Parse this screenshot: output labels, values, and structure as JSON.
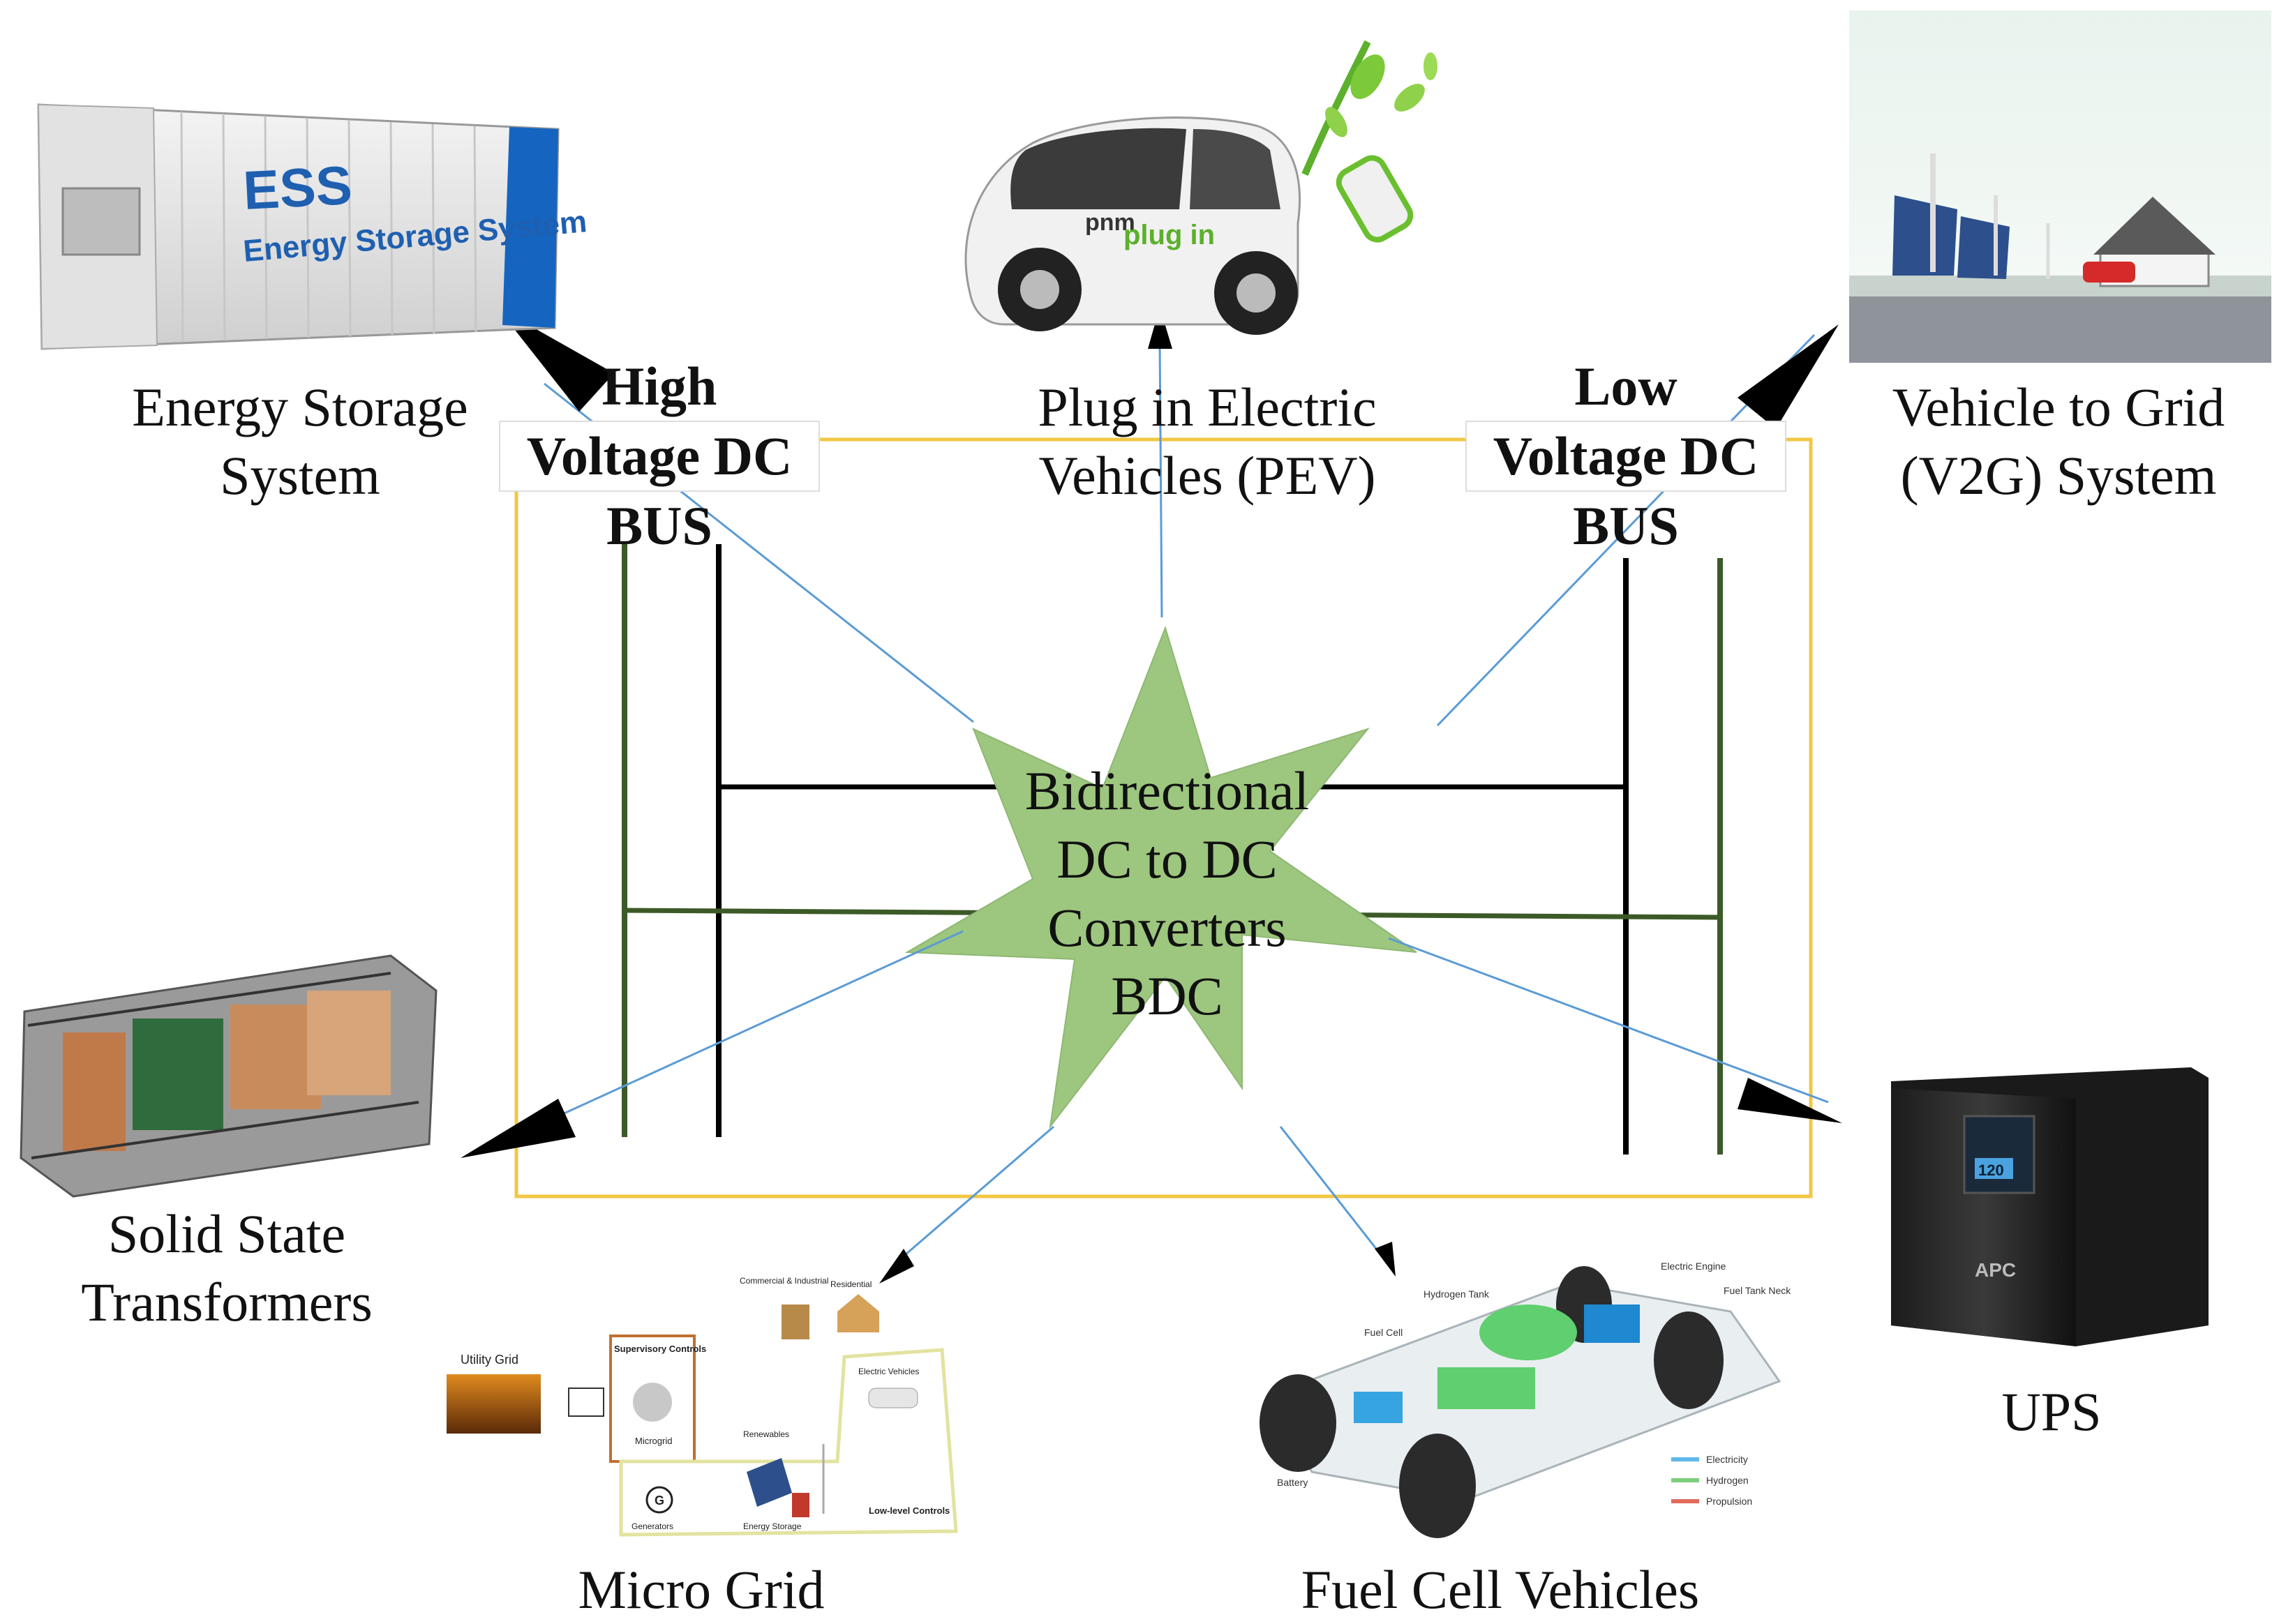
{
  "center": {
    "lines": [
      "Bidirectional",
      "DC to DC",
      "Converters",
      "BDC"
    ]
  },
  "buses": {
    "high": {
      "lines": [
        "High",
        "Voltage DC",
        "BUS"
      ]
    },
    "low": {
      "lines": [
        "Low",
        "Voltage DC",
        "BUS"
      ]
    }
  },
  "nodes": {
    "ess": {
      "lines": [
        "Energy Storage",
        "System"
      ],
      "image_text": [
        "ESS",
        "Energy Storage System"
      ]
    },
    "pev": {
      "lines": [
        "Plug in Electric",
        "Vehicles (PEV)"
      ],
      "image_text": [
        "pnm",
        "plug in"
      ]
    },
    "v2g": {
      "lines": [
        "Vehicle to Grid",
        "(V2G) System"
      ]
    },
    "sst": {
      "lines": [
        "Solid State",
        "Transformers"
      ]
    },
    "microgrid": {
      "lines": [
        "Micro Grid"
      ],
      "image_text": [
        "Utility Grid",
        "Supervisory Controls",
        "Microgrid",
        "Commercial & Industrial",
        "Residential",
        "Electric Vehicles",
        "Renewables",
        "Generators",
        "Energy Storage",
        "Low-level Controls",
        "G"
      ]
    },
    "fcv": {
      "lines": [
        "Fuel Cell Vehicles"
      ],
      "image_text": [
        "Hydrogen Tank",
        "Electric Engine",
        "Fuel Tank Neck",
        "Fuel Cell",
        "Battery",
        "Electricity",
        "Hydrogen",
        "Propulsion"
      ]
    },
    "ups": {
      "lines": [
        "UPS"
      ],
      "image_text": [
        "APC",
        "120"
      ]
    }
  },
  "colors": {
    "star_fill": "#9dc67e",
    "bus_green": "#3c5a27",
    "bus_black": "#000000",
    "arrow_line": "#5b9bd5",
    "frame": "#f2c744"
  }
}
